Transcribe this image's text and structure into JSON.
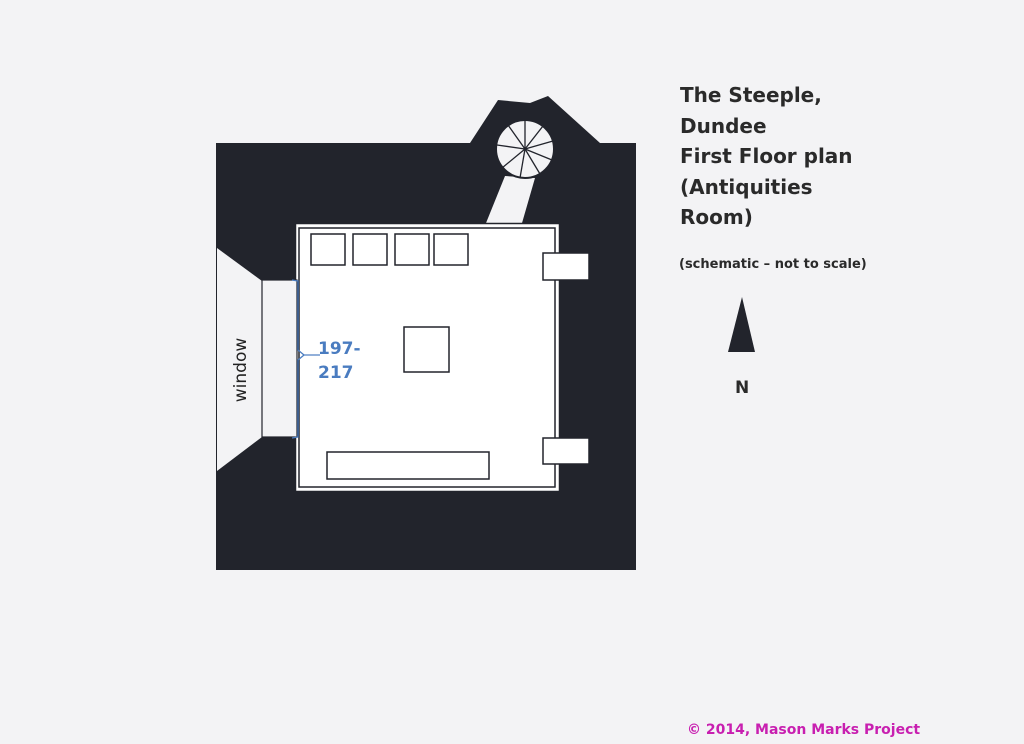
{
  "title_lines": [
    "The Steeple,",
    "Dundee",
    "First Floor plan",
    "(Antiquities",
    "Room)"
  ],
  "subtitle": "(schematic – not to scale)",
  "north_label": "N",
  "reference_lines": [
    "197-",
    "217"
  ],
  "window_label": "window",
  "copyright": "© 2014, Mason Marks Project",
  "colors": {
    "wall": "#22242c",
    "paper": "#f3f3f5",
    "reference": "#4a7cc0",
    "copyright": "#c81fb0"
  }
}
